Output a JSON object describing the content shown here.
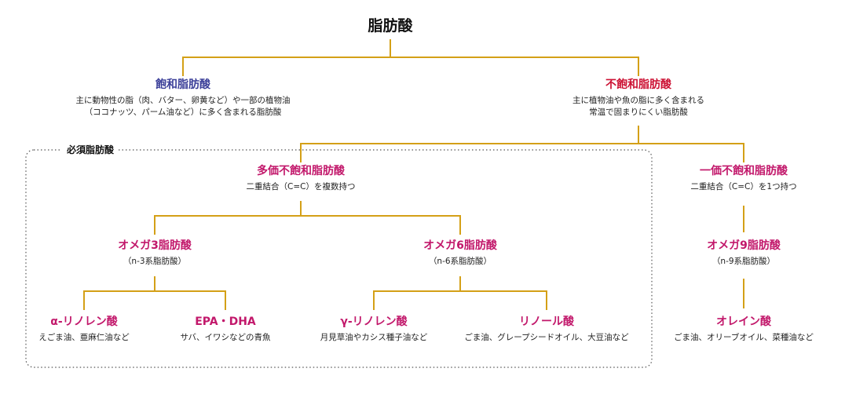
{
  "root": {
    "title": "脂肪酸"
  },
  "saturated": {
    "title": "飽和脂肪酸",
    "desc_line1": "主に動物性の脂（肉、バター、卵黄など）や一部の植物油",
    "desc_line2": "（ココナッツ、パーム油など）に多く含まれる脂肪酸"
  },
  "unsaturated": {
    "title": "不飽和脂肪酸",
    "desc_line1": "主に植物油や魚の脂に多く含まれる",
    "desc_line2": "常温で固まりにくい脂肪酸"
  },
  "essential_label": "必須脂肪酸",
  "polyunsaturated": {
    "title": "多価不飽和脂肪酸",
    "desc": "二重結合（C=C）を複数持つ"
  },
  "monounsaturated": {
    "title": "一価不飽和脂肪酸",
    "desc": "二重結合（C=C）を1つ持つ"
  },
  "omega3": {
    "title": "オメガ3脂肪酸",
    "desc": "（n-3系脂肪酸）"
  },
  "omega6": {
    "title": "オメガ6脂肪酸",
    "desc": "（n-6系脂肪酸）"
  },
  "omega9": {
    "title": "オメガ9脂肪酸",
    "desc": "（n-9系脂肪酸）"
  },
  "ala": {
    "title": "α-リノレン酸",
    "desc": "えごま油、亜麻仁油など"
  },
  "epa_dha": {
    "title": "EPA・DHA",
    "desc": "サバ、イワシなどの青魚"
  },
  "gla": {
    "title": "γ-リノレン酸",
    "desc": "月見草油やカシス種子油など"
  },
  "linoleic": {
    "title": "リノール酸",
    "desc": "ごま油、グレープシードオイル、大豆油など"
  },
  "oleic": {
    "title": "オレイン酸",
    "desc": "ごま油、オリーブオイル、菜種油など"
  },
  "colors": {
    "connector": "#d4a017",
    "saturated_title": "#3b3f99",
    "unsaturated_title": "#cc1133",
    "sub_title": "#c2186b",
    "dotted_border": "#555555"
  }
}
